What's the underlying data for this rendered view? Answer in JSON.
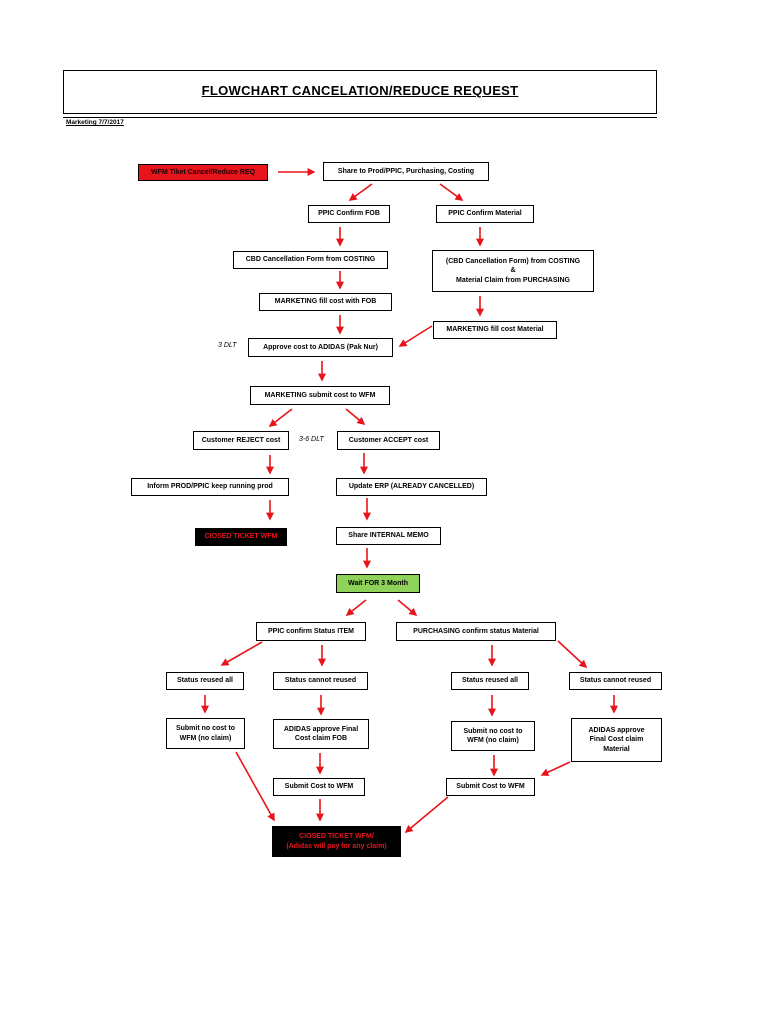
{
  "header": {
    "title": "FLOWCHART CANCELATION/REDUCE REQUEST",
    "subtitle": "Marketing 7/7/2017"
  },
  "nodes": {
    "wfm_ticket": "WFM Tiket Cancel/Reduce REQ",
    "share_prod": "Share to Prod/PPIC, Purchasing, Costing",
    "ppic_fob": "PPIC Confirm  FOB",
    "ppic_material": "PPIC Confirm Material",
    "cbd_costing": "CBD Cancellation Form from COSTING",
    "cbd_costing_material": "(CBD Cancellation Form) from COSTING\n&\nMaterial Claim from PURCHASING",
    "mkt_fill_fob": "MARKETING fill cost with  FOB",
    "mkt_fill_material": "MARKETING fill cost Material",
    "approve_adidas": "Approve cost to ADIDAS (Pak Nur)",
    "mkt_submit_wfm": "MARKETING submit cost to WFM",
    "cust_reject": "Customer REJECT cost",
    "cust_accept": "Customer ACCEPT cost",
    "inform_prod": "Inform PROD/PPIC keep running prod",
    "update_erp": "Update ERP (ALREADY CANCELLED)",
    "closed_ticket": "CIOSED TICKET WFM",
    "share_memo": "Share INTERNAL  MEMO",
    "wait_3month": "Wait FOR 3 Month",
    "ppic_status_item": "PPIC confirm Status ITEM",
    "purch_status_material": "PURCHASING confirm status Material",
    "status_reused_1": "Status reused all",
    "status_cannot_1": "Status cannot reused",
    "status_reused_2": "Status reused all",
    "status_cannot_2": "Status cannot reused",
    "submit_no_cost_1": "Submit no cost to\nWFM (no claim)",
    "adidas_final_fob": "ADIDAS approve Final\nCost claim FOB",
    "submit_no_cost_2": "Submit no cost to\nWFM (no claim)",
    "adidas_final_material": "ADIDAS approve\nFinal Cost claim\nMaterial",
    "submit_cost_1": "Submit Cost to WFM",
    "submit_cost_2": "Submit Cost to WFM",
    "closed_final": "CIOSED TICKET WFM/\n(Adidas will pay for any claim)"
  },
  "labels": {
    "dlt_3": "3 DLT",
    "dlt_36": "3-6 DLT"
  },
  "colors": {
    "arrow": "#e8141b",
    "start_fill": "#e8141b",
    "closed_fill": "#000000",
    "wait_fill": "#8fd25a"
  }
}
